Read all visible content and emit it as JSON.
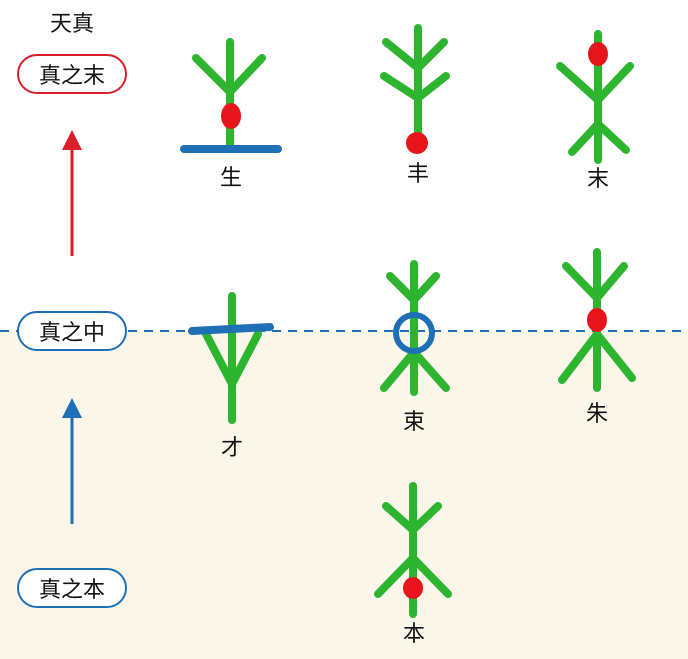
{
  "title": "天真",
  "levels": {
    "top": "真之末",
    "middle": "真之中",
    "bottom": "真之本"
  },
  "characters": {
    "sheng": "生",
    "feng": "丰",
    "mo": "末",
    "cai": "才",
    "shu": "束",
    "zhu": "朱",
    "ben": "本"
  },
  "colors": {
    "plant": "#2db52f",
    "marker_red": "#e8141b",
    "marker_blue": "#1e6fb6",
    "arrow_red": "#d9202a",
    "arrow_blue": "#1e6fb6",
    "ground": "#faf6ea"
  }
}
